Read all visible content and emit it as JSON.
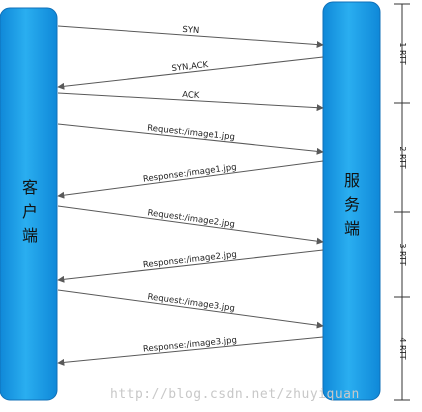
{
  "client": {
    "label": "客\n户\n端"
  },
  "server": {
    "label": "服\n务\n端"
  },
  "messages": [
    {
      "label": "SYN",
      "direction": "to-server"
    },
    {
      "label": "SYN,ACK",
      "direction": "to-client"
    },
    {
      "label": "ACK",
      "direction": "to-server"
    },
    {
      "label": "Request:/image1.jpg",
      "direction": "to-server"
    },
    {
      "label": "Response:/image1.jpg",
      "direction": "to-client"
    },
    {
      "label": "Request:/image2.jpg",
      "direction": "to-server"
    },
    {
      "label": "Response:/image2.jpg",
      "direction": "to-client"
    },
    {
      "label": "Request:/image3.jpg",
      "direction": "to-server"
    },
    {
      "label": "Response:/image3.jpg",
      "direction": "to-client"
    }
  ],
  "rtt_labels": [
    "1 RTT",
    "2 RTT",
    "3 RTT",
    "4 RTT"
  ],
  "watermark": "http://blog.csdn.net/zhuyiquan",
  "colors": {
    "bar_fill": "#1ea0e6",
    "bar_stroke": "#1070b8",
    "arrow": "#595959",
    "text": "#222222"
  }
}
